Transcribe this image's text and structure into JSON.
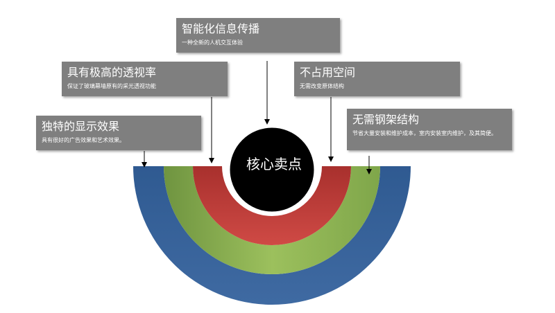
{
  "center": {
    "label": "核心卖点"
  },
  "features": [
    {
      "title": "智能化信息传播",
      "desc": "一种全新的人机交互体验"
    },
    {
      "title": "具有极高的透视率",
      "desc": "保证了玻璃幕墙原有的采光透视功能"
    },
    {
      "title": "不占用空间",
      "desc": "无需改变原体结构"
    },
    {
      "title": "独特的显示效果",
      "desc": "具有很好的广告效果和艺术效果。"
    },
    {
      "title": "无需钢架结构",
      "desc": "节省大量安装和维护成本，室内安装室内维护，及其简便。"
    }
  ],
  "colors": {
    "outer_ring": "#3a6499",
    "middle_ring": "#8fb550",
    "inner_ring": "#c0403d",
    "center_circle": "#000000",
    "box_fill": "#7f7f7f"
  }
}
